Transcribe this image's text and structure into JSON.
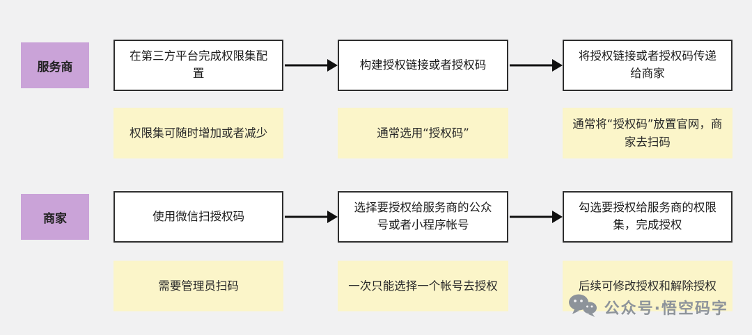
{
  "rows": [
    {
      "label": "服务商",
      "steps": [
        {
          "box": "在第三方平台完成权限集配置",
          "note": "权限集可随时增加或者减少"
        },
        {
          "box": "构建授权链接或者授权码",
          "note": "通常选用“授权码”"
        },
        {
          "box": "将授权链接或者授权码传递给商家",
          "note": "通常将“授权码”放置官网，商家去扫码"
        }
      ]
    },
    {
      "label": "商家",
      "steps": [
        {
          "box": "使用微信扫授权码",
          "note": "需要管理员扫码"
        },
        {
          "box": "选择要授权给服务商的公众号或者小程序帐号",
          "note": "一次只能选择一个帐号去授权"
        },
        {
          "box": "勾选要授权给服务商的权限集，完成授权",
          "note": "后续可修改授权和解除授权"
        }
      ]
    }
  ],
  "watermark": {
    "icon": "wechat-icon",
    "text": "公众号·悟空码字"
  },
  "colors": {
    "background": "#f1f1f2",
    "lane_label_bg": "#caa3d8",
    "step_box_bg": "#ffffff",
    "step_box_border": "#2e2e2e",
    "note_bg": "#fbf5c9",
    "arrow": "#101010",
    "watermark_text": "#8d939a"
  }
}
